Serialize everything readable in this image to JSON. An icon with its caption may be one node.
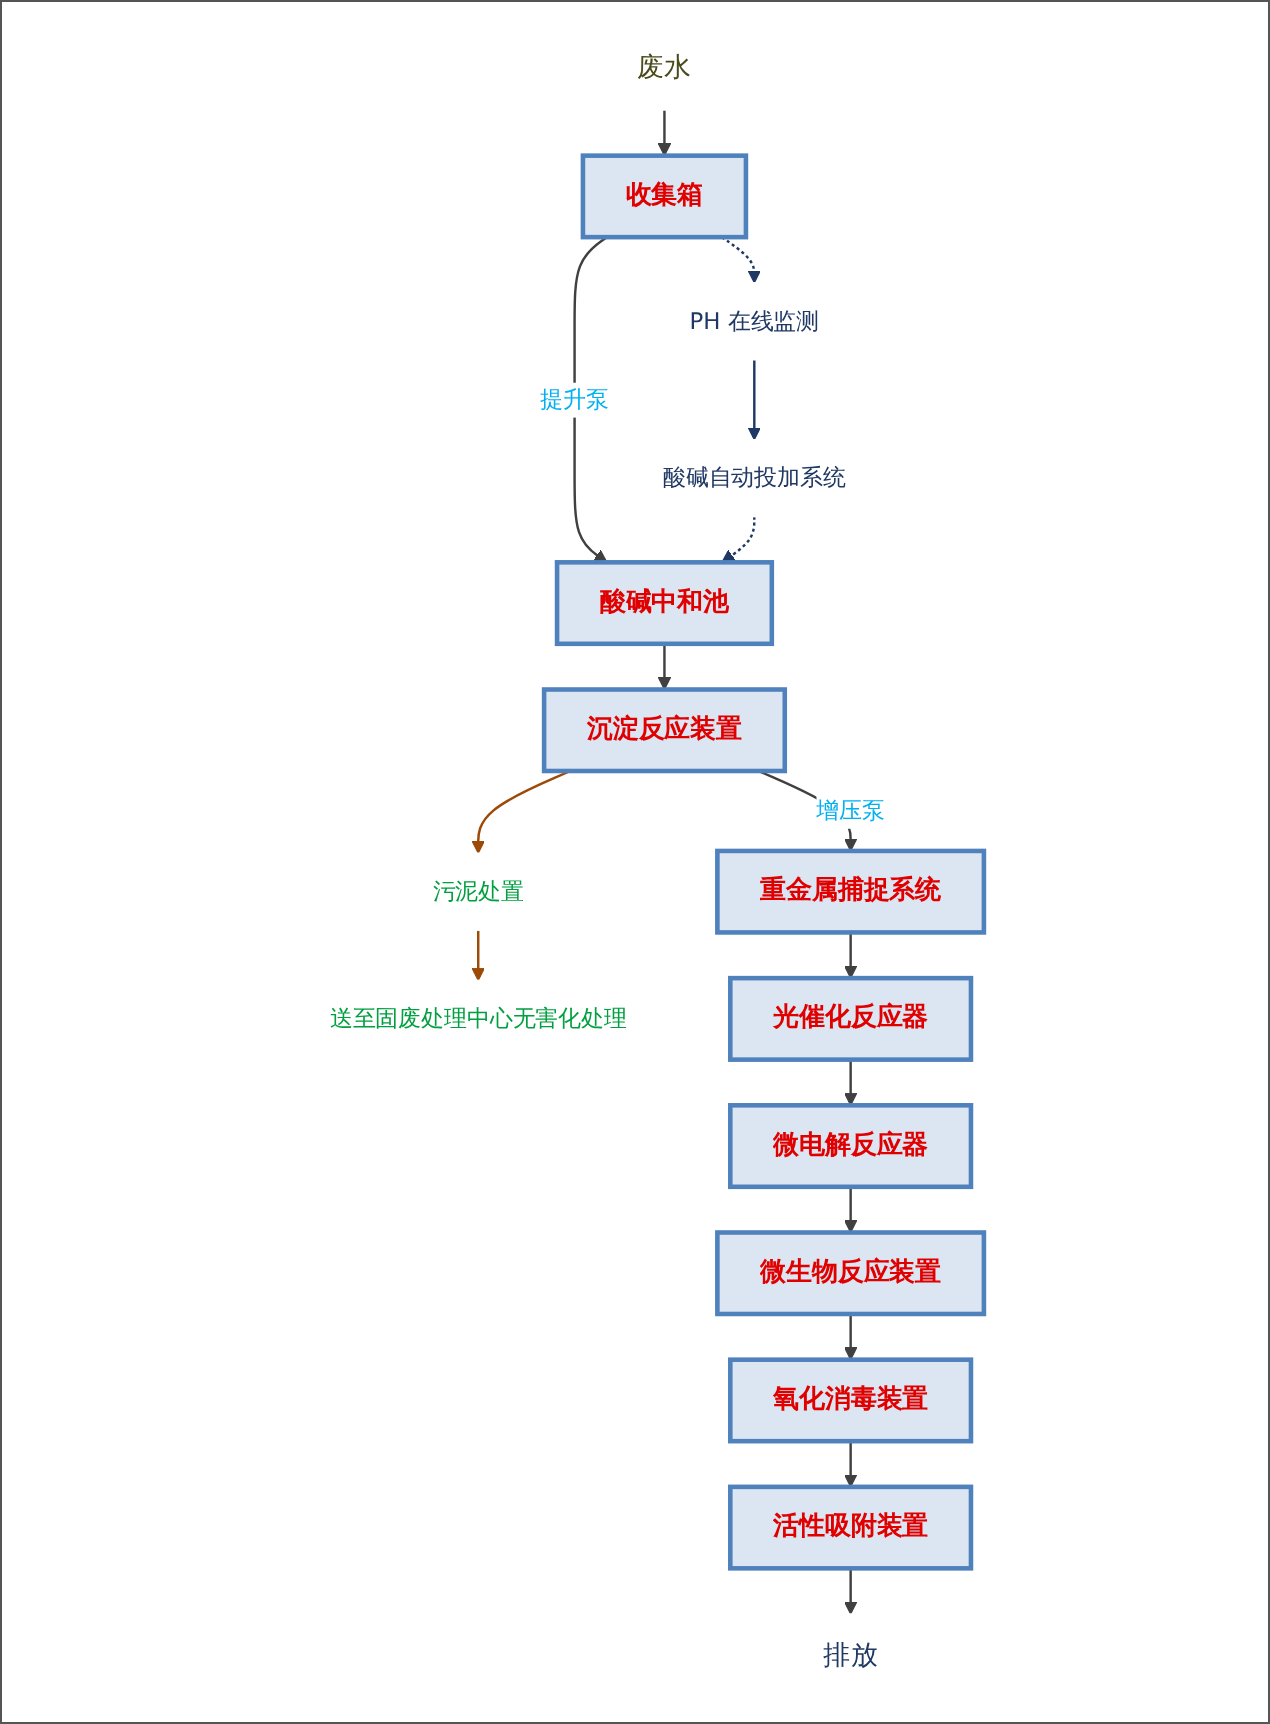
{
  "diagram": {
    "nodes": [
      {
        "text": [
          "废水"
        ]
      },
      {
        "text": [
          "收集箱"
        ]
      },
      {
        "text": [
          "PH 在线监测"
        ]
      },
      {
        "text": [
          "酸碱自动投加系统"
        ]
      },
      {
        "text": [
          "酸碱中和池"
        ]
      },
      {
        "text": [
          "沉淀反应装置"
        ]
      },
      {
        "text": [
          "污泥处置"
        ]
      },
      {
        "text": [
          "送至固废处理中心无害化处理"
        ]
      },
      {
        "text": [
          "重金属捕捉系统"
        ]
      },
      {
        "text": [
          "光催化反应器"
        ]
      },
      {
        "text": [
          "微电解反应器"
        ]
      },
      {
        "text": [
          "微生物反应装置"
        ]
      },
      {
        "text": [
          "氧化消毒装置"
        ]
      },
      {
        "text": [
          "活性吸附装置"
        ]
      },
      {
        "text": [
          "排放"
        ]
      }
    ],
    "edges": [
      {
        "from": 0,
        "to": 1,
        "arrow": "to"
      },
      {
        "from": 1,
        "to": 4,
        "arrow": "to",
        "label": "提升泵"
      },
      {
        "from": 1,
        "to": 2,
        "arrow": "to",
        "style": "dashed",
        "color": "#1f3864"
      },
      {
        "from": 2,
        "to": 3,
        "arrow": "to",
        "color": "#1f3864"
      },
      {
        "from": 3,
        "to": 4,
        "arrow": "to",
        "style": "dashed",
        "color": "#1f3864"
      },
      {
        "from": 4,
        "to": 5,
        "arrow": "to"
      },
      {
        "from": 5,
        "to": 6,
        "arrow": "to",
        "color": "#9c4a06"
      },
      {
        "from": 6,
        "to": 7,
        "arrow": "to",
        "color": "#9c4a06"
      },
      {
        "from": 5,
        "to": 8,
        "arrow": "to",
        "label": "增压泵"
      },
      {
        "from": 8,
        "to": 9,
        "arrow": "to"
      },
      {
        "from": 9,
        "to": 10,
        "arrow": "to"
      },
      {
        "from": 10,
        "to": 11,
        "arrow": "to"
      },
      {
        "from": 11,
        "to": 12,
        "arrow": "to"
      },
      {
        "from": 12,
        "to": 13,
        "arrow": "to"
      },
      {
        "from": 13,
        "to": 14,
        "arrow": "to"
      }
    ]
  }
}
